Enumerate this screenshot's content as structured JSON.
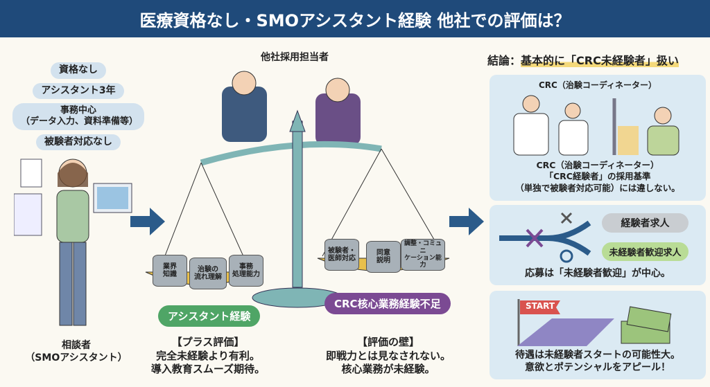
{
  "header": {
    "title": "医療資格なし・SMOアシスタント経験 他社での評価は？"
  },
  "left": {
    "bubbles": [
      "資格なし",
      "アシスタント3年",
      "事務中心\n（データ入力、資料準備等）",
      "被験者対応なし"
    ],
    "caption_line1": "相談者",
    "caption_line2": "（SMOアシスタント）"
  },
  "center": {
    "recruiters_label": "他社採用担当者",
    "left_pan": {
      "items": [
        "業界\n知識",
        "治験の\n流れ理解",
        "事務\n処理能力"
      ],
      "badge": "アシスタント経験",
      "badge_color": "#4fa566",
      "heading": "【プラス評価】",
      "line1": "完全未経験より有利。",
      "line2": "導入教育スムーズ期待。"
    },
    "right_pan": {
      "items": [
        "被験者・\n医師対応",
        "同意\n説明",
        "調整・コミュニ\nケーション能力"
      ],
      "badge": "CRC核心業務経験不足",
      "badge_color": "#7b4a93",
      "heading": "【評価の壁】",
      "line1": "即戦力とは見なされない。",
      "line2": "核心業務が未経験。"
    }
  },
  "right": {
    "conclusion_prefix": "結論：",
    "conclusion": "基本的に「CRC未経験者」扱い",
    "panel1": {
      "top_label": "CRC（治験コーディネーター）",
      "line1": "CRC（治験コーディネーター）",
      "line2": "「CRC経験者」の採用基準",
      "line3": "（単独で被験者対応可能）には違しない。"
    },
    "panel2": {
      "option_experienced": "経験者求人",
      "option_beginner": "未経験者歓迎求人",
      "caption": "応募は「未経験者歓迎」が中心。"
    },
    "panel3": {
      "flag_label": "START",
      "line1": "待遇は未経験者スタートの可能性大。",
      "line2": "意欲とポテンシャルをアピール！"
    }
  },
  "colors": {
    "header": "#1f4a7a",
    "arrow": "#2b5b8a",
    "panel": "#dbeaf3",
    "bubble": "#d3e2ee",
    "scale": "#7fb5b5",
    "pan": "#e8c04c"
  }
}
